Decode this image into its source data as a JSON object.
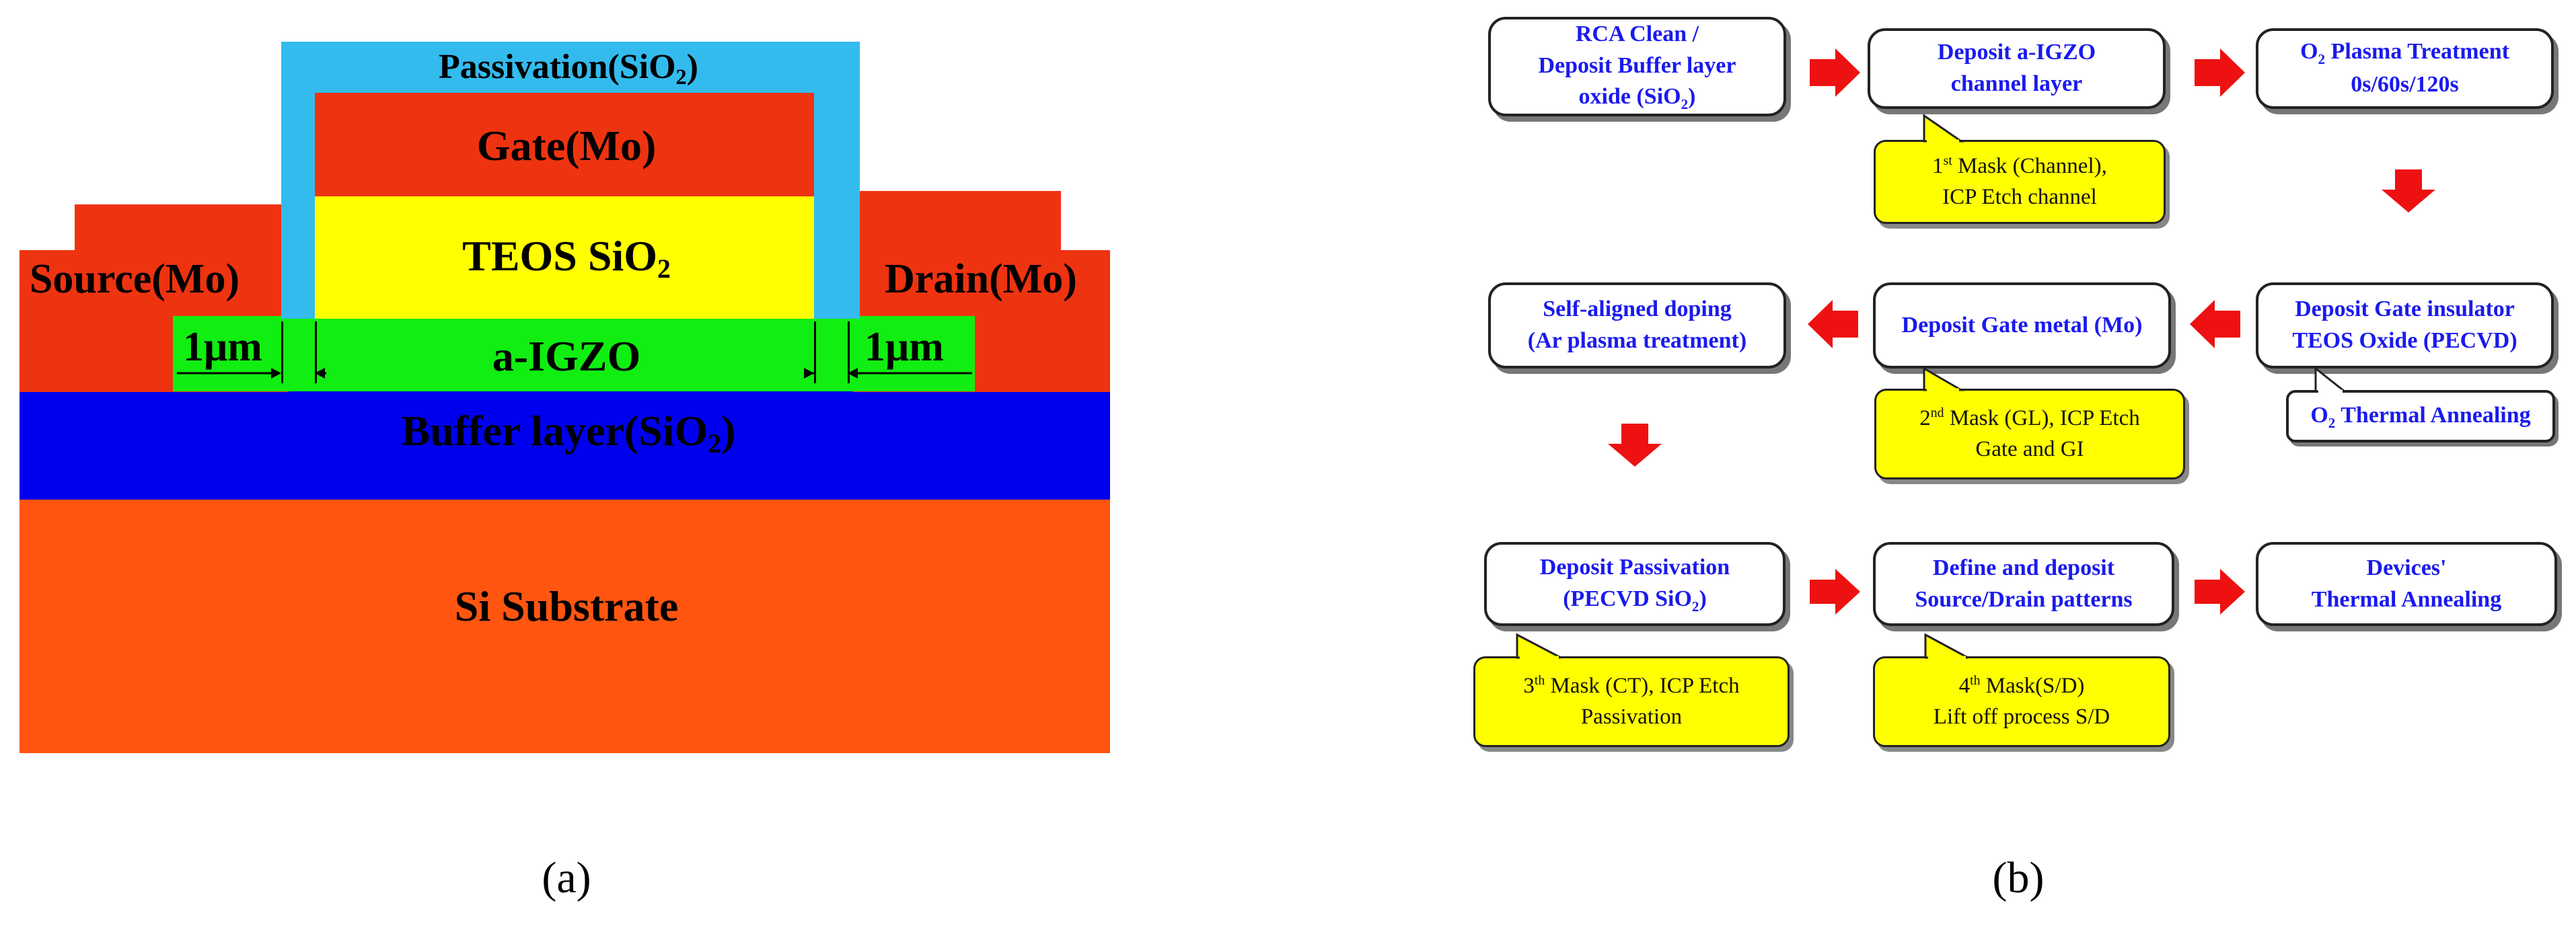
{
  "panel_a": {
    "layers": {
      "passivation": {
        "label": "Passivation(SiO",
        "sub": "2",
        "tail": ")",
        "color": "#33bbee"
      },
      "gate": {
        "label": "Gate(Mo)",
        "color": "#ee3311"
      },
      "teos": {
        "label": "TEOS SiO",
        "sub": "2",
        "tail": "",
        "color": "#ffff00"
      },
      "igzo": {
        "label": "a-IGZO",
        "color": "#11ee11"
      },
      "source": {
        "label": "Source(Mo)",
        "color": "#ee3311"
      },
      "drain": {
        "label": "Drain(Mo)",
        "color": "#ee3311"
      },
      "buffer": {
        "label": "Buffer layer(SiO",
        "sub": "2",
        "tail": ")",
        "color": "#0000ee"
      },
      "substrate": {
        "label": "Si Substrate",
        "color": "#ff5511"
      }
    },
    "offset_left": "1μm",
    "offset_right": "1μm",
    "caption": "(a)"
  },
  "panel_b": {
    "colors": {
      "box_text": "#1a1aee",
      "note_fill": "#ffff00",
      "arrow": "#ee1111"
    },
    "steps": [
      {
        "id": "s1",
        "html": "RCA Clean /\nDeposit Buffer layer\noxide (SiO<sub>2</sub>)"
      },
      {
        "id": "s2",
        "html": "Deposit a-IGZO\nchannel layer"
      },
      {
        "id": "s3",
        "html": "O<sub>2</sub> Plasma Treatment\n0s/60s/120s"
      },
      {
        "id": "s4",
        "html": "Deposit Gate insulator\nTEOS Oxide (PECVD)"
      },
      {
        "id": "s5",
        "html": "Deposit Gate metal (Mo)"
      },
      {
        "id": "s6",
        "html": "Self-aligned doping\n(Ar plasma treatment)"
      },
      {
        "id": "s7",
        "html": "Deposit Passivation\n(PECVD SiO<sub>2</sub>)"
      },
      {
        "id": "s8",
        "html": "Define and deposit\nSource/Drain patterns"
      },
      {
        "id": "s9",
        "html": "Devices'\nThermal Annealing"
      },
      {
        "id": "s4b",
        "html": "O<sub>2</sub> Thermal Annealing"
      }
    ],
    "notes": [
      {
        "id": "n1",
        "html": "1<sup>st</sup> Mask (Channel),\nICP Etch channel"
      },
      {
        "id": "n2",
        "html": "2<sup>nd</sup> Mask (GL), ICP Etch\nGate and GI"
      },
      {
        "id": "n3",
        "html": "3<sup>th</sup> Mask (CT), ICP Etch\nPassivation"
      },
      {
        "id": "n4",
        "html": "4<sup>th</sup> Mask(S/D)\nLift off process S/D"
      }
    ],
    "caption": "(b)"
  }
}
